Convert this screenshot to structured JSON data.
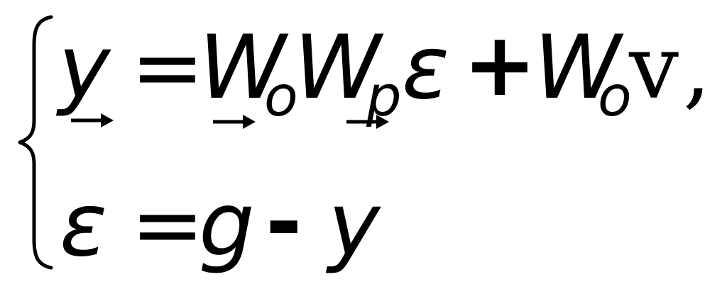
{
  "equation": {
    "row1": {
      "y": "y",
      "eq": "=",
      "W1": "W",
      "o1": "o",
      "W2": "W",
      "p": "p",
      "eps": "ε",
      "plus": "+",
      "W3": "W",
      "o2": "o",
      "v": "v",
      "comma": ","
    },
    "row2": {
      "eps": "ε",
      "eq": "=",
      "g": "g",
      "minus": "-",
      "y": "y"
    }
  }
}
